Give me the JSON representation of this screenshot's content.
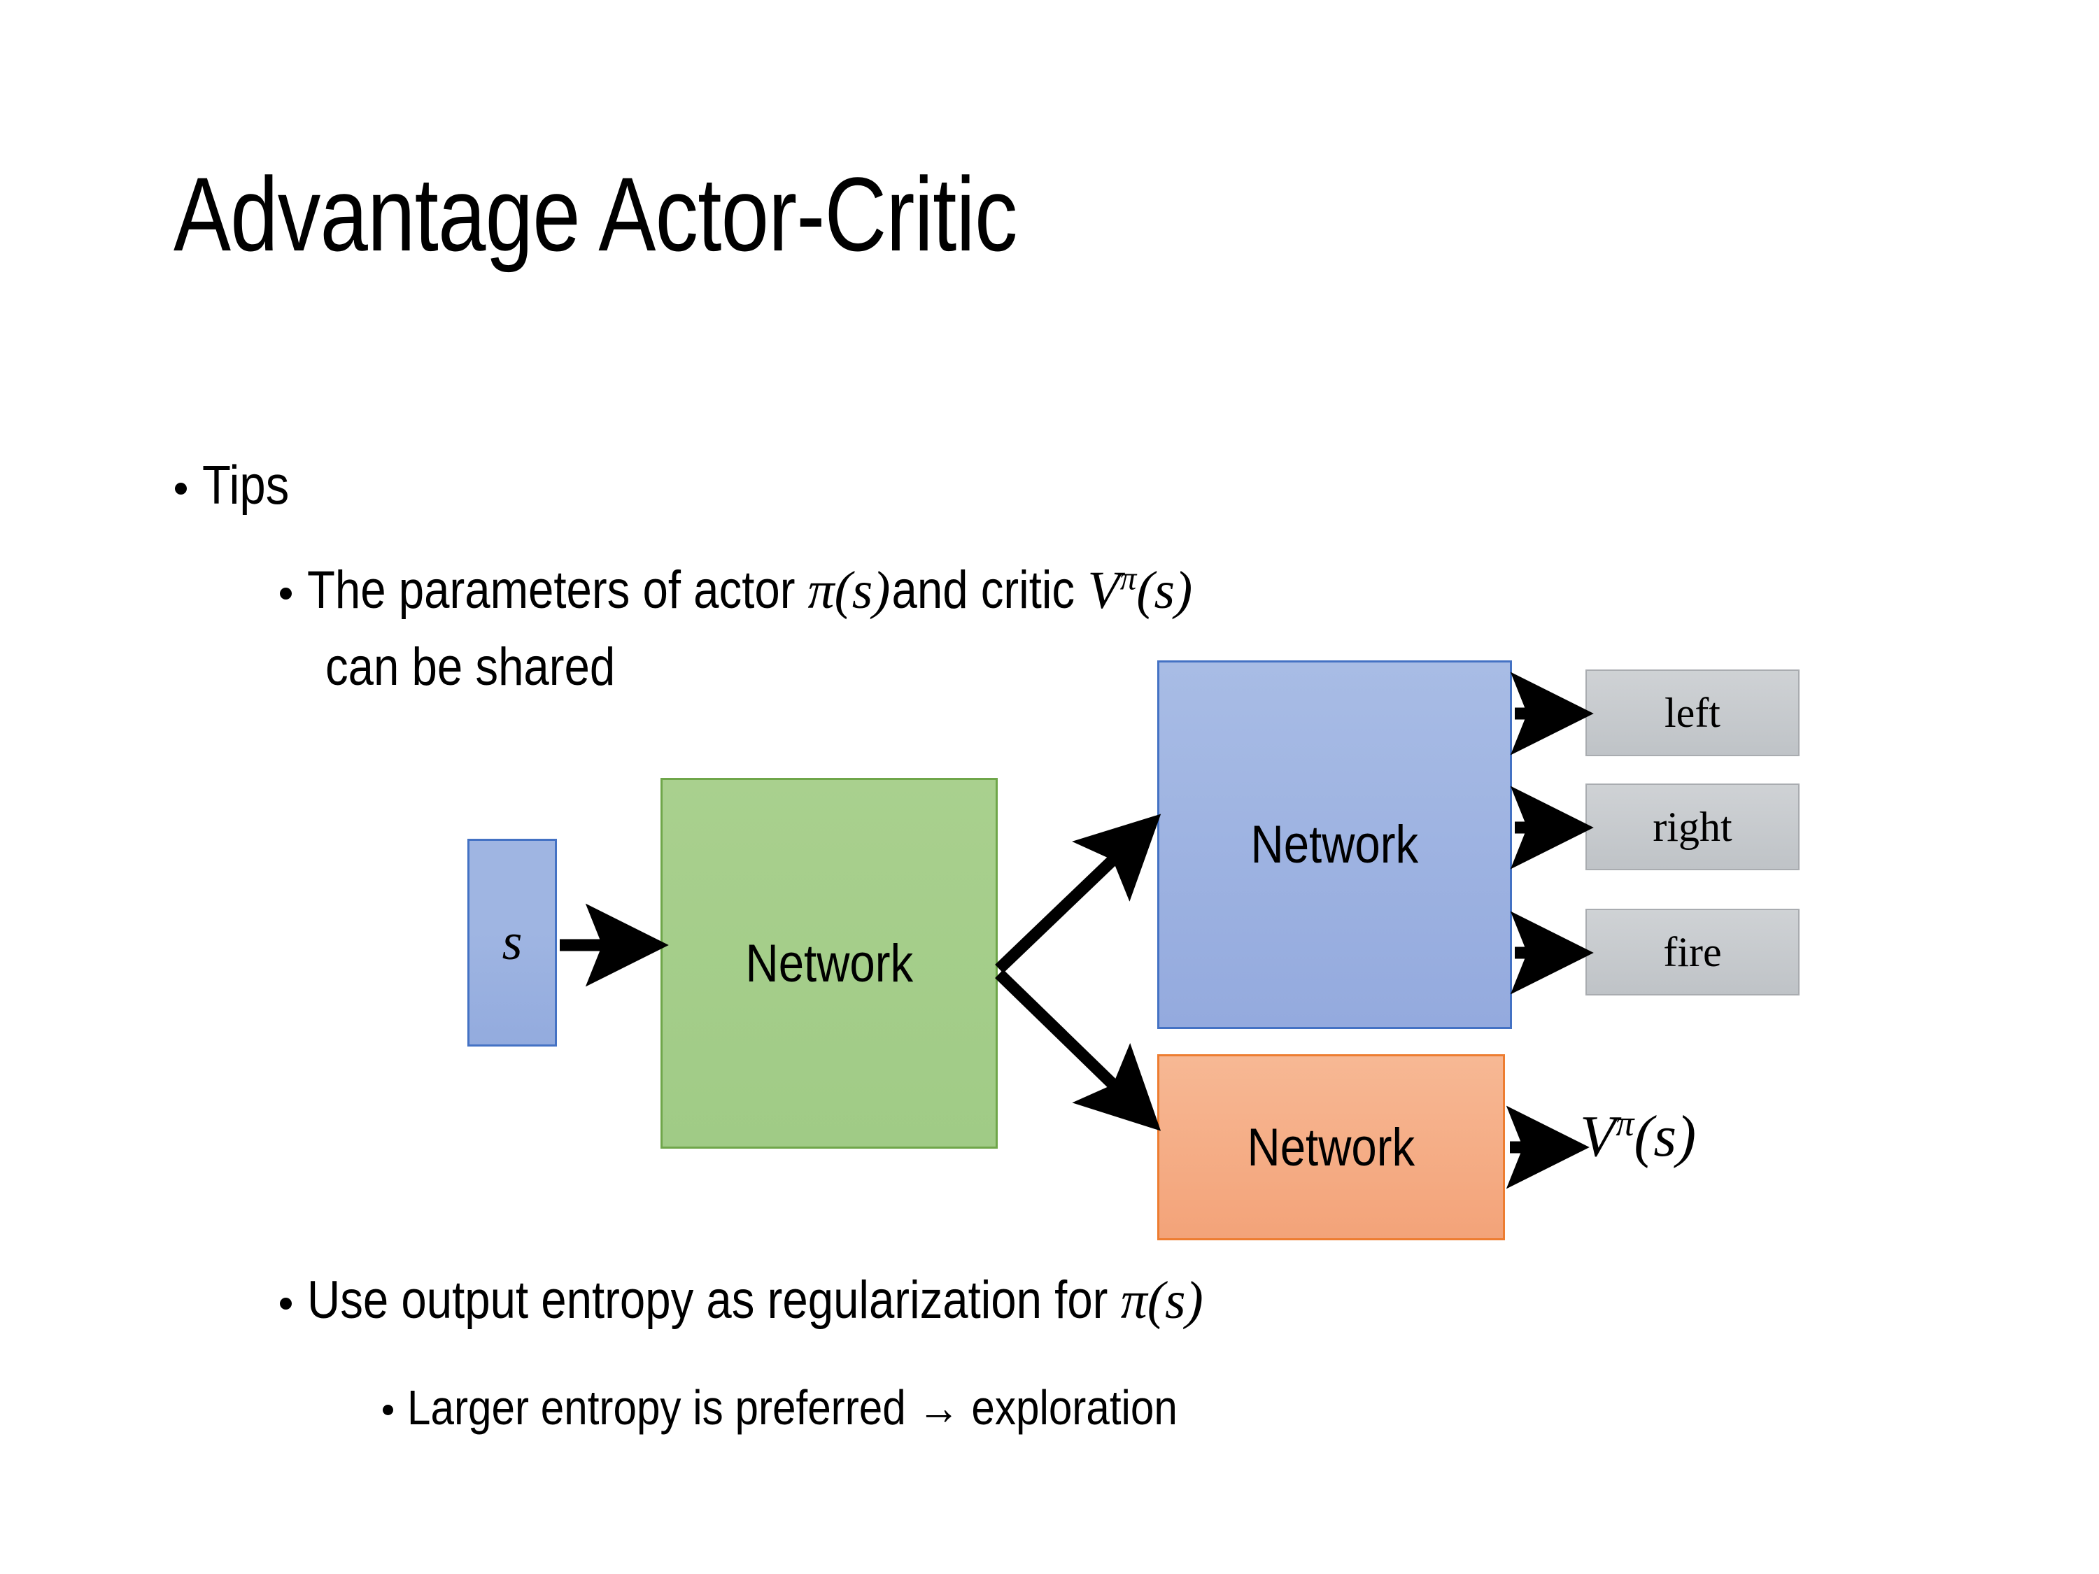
{
  "slide": {
    "title": "Advantage Actor-Critic",
    "background_color": "#ffffff",
    "text_color": "#000000"
  },
  "bullets": [
    {
      "level": 1,
      "text": "Tips"
    },
    {
      "level": 2,
      "text_before_math": "The parameters of actor ",
      "math_1_base": "π(s)",
      "text_middle": "  and critic ",
      "math_2_base": "V",
      "math_2_sup": "π",
      "math_2_after": "(s)",
      "continuation": "can be shared"
    },
    {
      "level": 2,
      "text_before_math": "Use output entropy as regularization for ",
      "math_1_base": "π(s)"
    },
    {
      "level": 3,
      "text": "Larger entropy is preferred → exploration"
    }
  ],
  "diagram": {
    "input_box": {
      "label": "s",
      "fill": "#9FB5E2",
      "border": "#4472C4"
    },
    "shared_network": {
      "label": "Network",
      "fill": "#A9D08E",
      "border": "#6FA64A"
    },
    "actor_network": {
      "label": "Network",
      "fill": "#A8BCE5",
      "border": "#4472C4"
    },
    "critic_network": {
      "label": "Network",
      "fill": "#F7B894",
      "border": "#ED7D31"
    },
    "action_outputs": [
      {
        "label": "left",
        "fill": "#CFD2D5",
        "border": "#A9ACB0"
      },
      {
        "label": "right",
        "fill": "#CFD2D5",
        "border": "#A9ACB0"
      },
      {
        "label": "fire",
        "fill": "#CFD2D5",
        "border": "#A9ACB0"
      }
    ],
    "critic_output": {
      "base": "V",
      "sup": "π",
      "after": "(s)"
    },
    "arrow_color": "#000000"
  }
}
